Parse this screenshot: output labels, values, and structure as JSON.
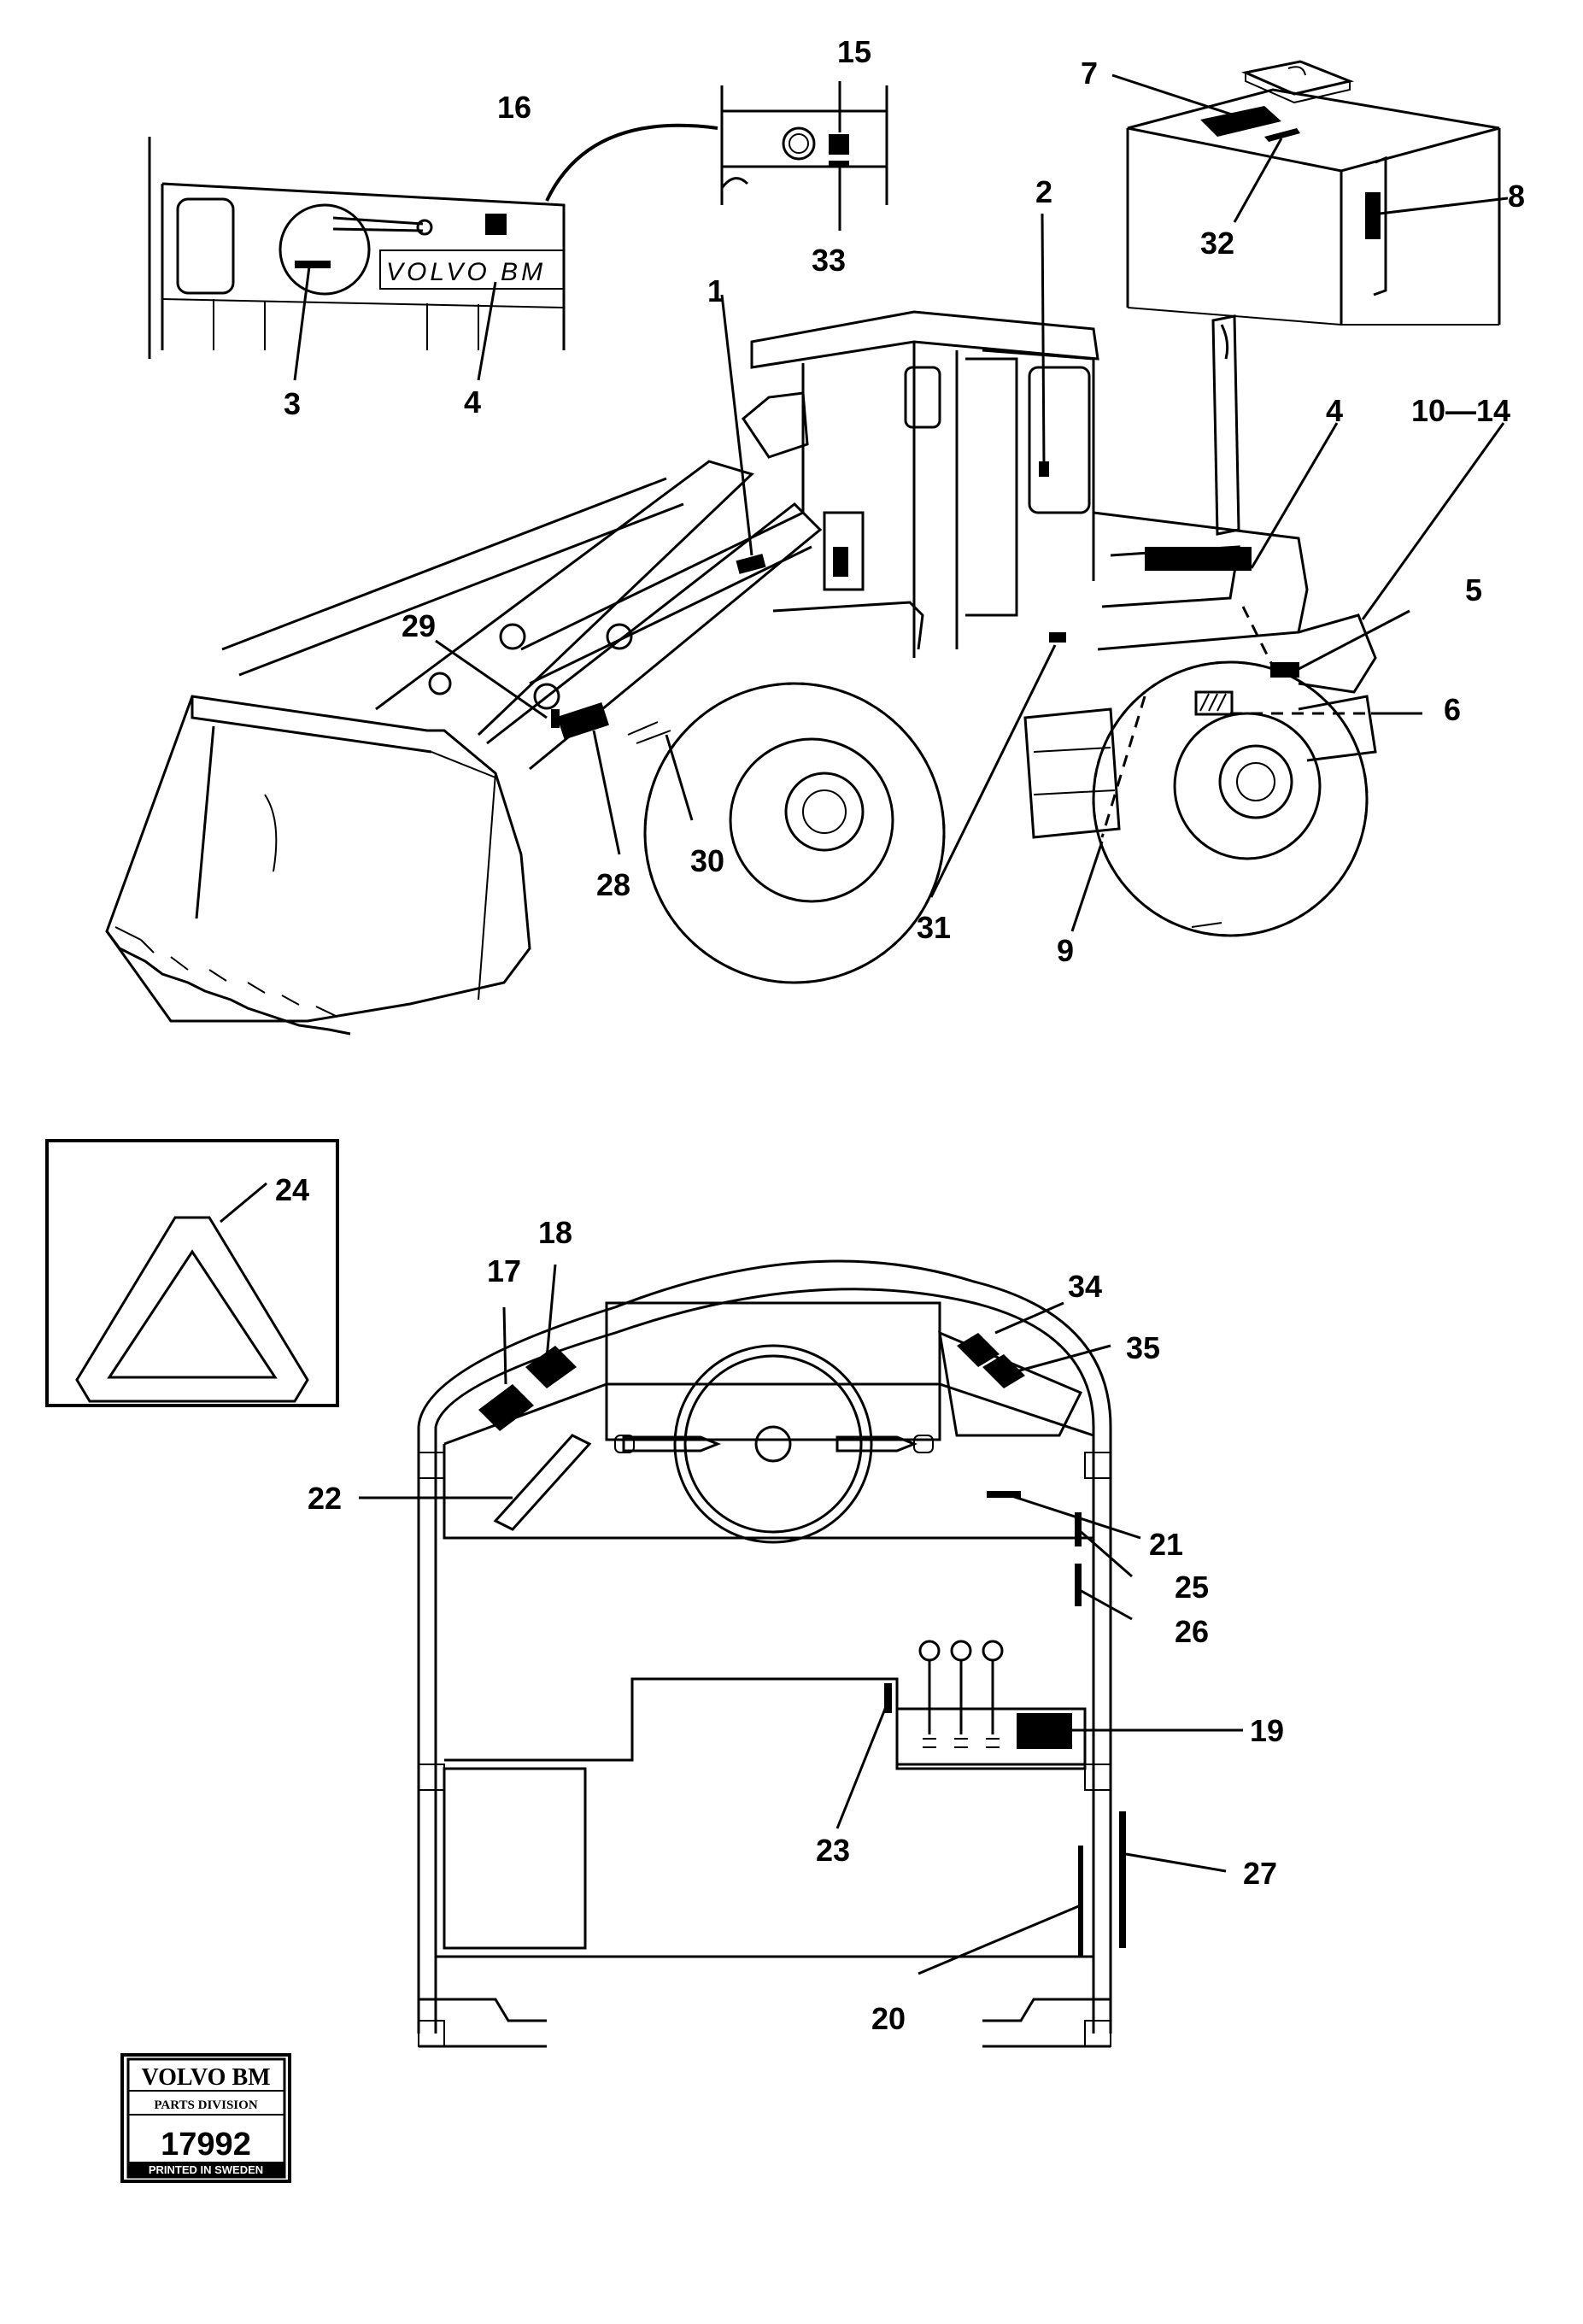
{
  "callouts": {
    "c1": "1",
    "c2": "2",
    "c3": "3",
    "c4a": "4",
    "c4b": "4",
    "c5": "5",
    "c6": "6",
    "c7": "7",
    "c8": "8",
    "c9": "9",
    "c10_14": "10—14",
    "c15": "15",
    "c16": "16",
    "c17": "17",
    "c18": "18",
    "c19": "19",
    "c20": "20",
    "c21": "21",
    "c22": "22",
    "c23": "23",
    "c24": "24",
    "c25": "25",
    "c26": "26",
    "c27": "27",
    "c28": "28",
    "c29": "29",
    "c30": "30",
    "c31": "31",
    "c32": "32",
    "c33": "33",
    "c34": "34",
    "c35": "35"
  },
  "panel_text": "VOLVO BM",
  "stamp": {
    "brand": "VOLVO BM",
    "division": "PARTS DIVISION",
    "number": "17992",
    "footer": "PRINTED IN SWEDEN"
  }
}
